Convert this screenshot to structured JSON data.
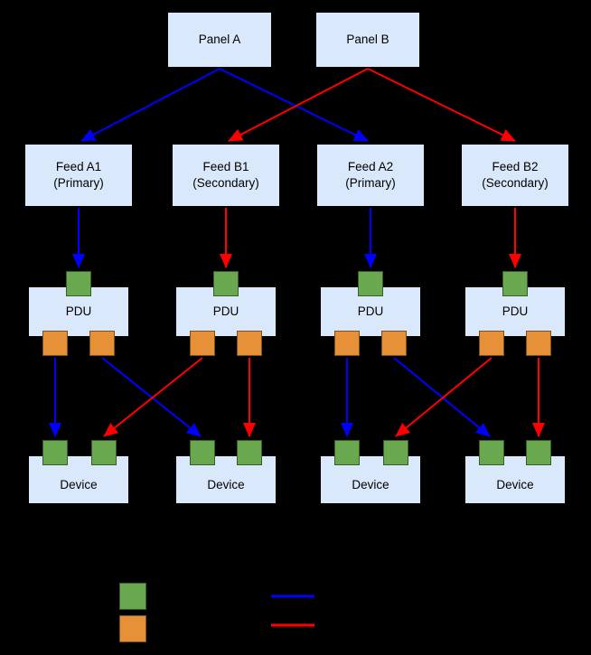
{
  "diagram": {
    "panels": [
      {
        "label": "Panel A"
      },
      {
        "label": "Panel B"
      }
    ],
    "feeds": [
      {
        "name": "Feed A1",
        "role": "(Primary)"
      },
      {
        "name": "Feed B1",
        "role": "(Secondary)"
      },
      {
        "name": "Feed A2",
        "role": "(Primary)"
      },
      {
        "name": "Feed B2",
        "role": "(Secondary)"
      }
    ],
    "pdus": [
      {
        "label": "PDU"
      },
      {
        "label": "PDU"
      },
      {
        "label": "PDU"
      },
      {
        "label": "PDU"
      }
    ],
    "devices": [
      {
        "label": "Device"
      },
      {
        "label": "Device"
      },
      {
        "label": "Device"
      },
      {
        "label": "Device"
      }
    ],
    "colors": {
      "background": "#000000",
      "node_fill": "#dae8fc",
      "input_port": "#6aa84f",
      "output_port": "#e69138",
      "primary_path": "#0000ff",
      "secondary_path": "#ff0000"
    },
    "legend": {
      "swatches": [
        {
          "name": "input-port",
          "color": "#6aa84f"
        },
        {
          "name": "output-port",
          "color": "#e69138"
        }
      ],
      "lines": [
        {
          "name": "primary-path",
          "color": "#0000ff"
        },
        {
          "name": "secondary-path",
          "color": "#ff0000"
        }
      ]
    }
  }
}
